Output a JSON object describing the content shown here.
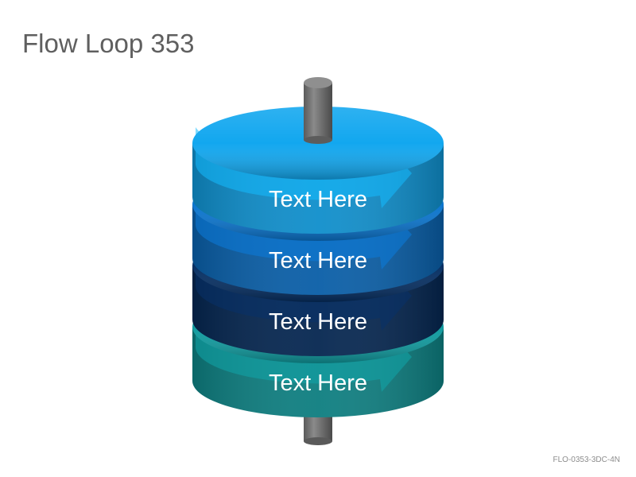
{
  "title": "Flow Loop 353",
  "code": "FLO-0353-3DC-4N",
  "layers": [
    {
      "label": "Text Here",
      "color": "#12a7ef"
    },
    {
      "label": "Text Here",
      "color": "#0a6fc4"
    },
    {
      "label": "Text Here",
      "color": "#062d5e"
    },
    {
      "label": "Text Here",
      "color": "#0f9497"
    }
  ],
  "colors": {
    "axle": "#6e6e6e",
    "title_text": "#5f5f5f",
    "code_text": "#8c8c8c"
  }
}
